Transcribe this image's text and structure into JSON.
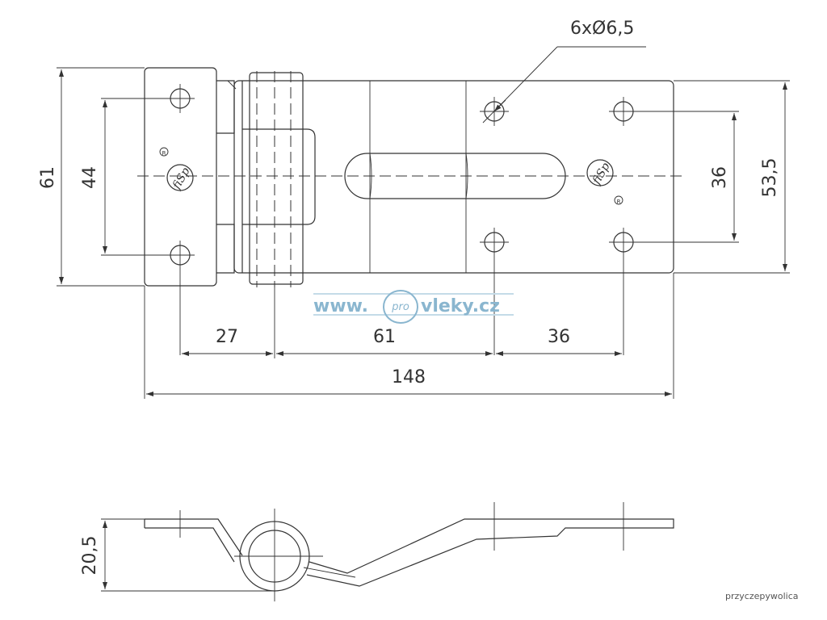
{
  "dimensions": {
    "holes": "6xØ6,5",
    "height_61": "61",
    "height_44": "44",
    "height_36": "36",
    "height_53_5": "53,5",
    "width_27": "27",
    "width_61": "61",
    "width_36": "36",
    "width_148": "148",
    "side_height": "20,5"
  },
  "watermark": {
    "prefix": "www.",
    "pro": "pro",
    "suffix": "vleky.cz"
  },
  "credit": "przyczepywolica",
  "colors": {
    "ink": "#333333",
    "watermark": "#8ab6cf"
  }
}
